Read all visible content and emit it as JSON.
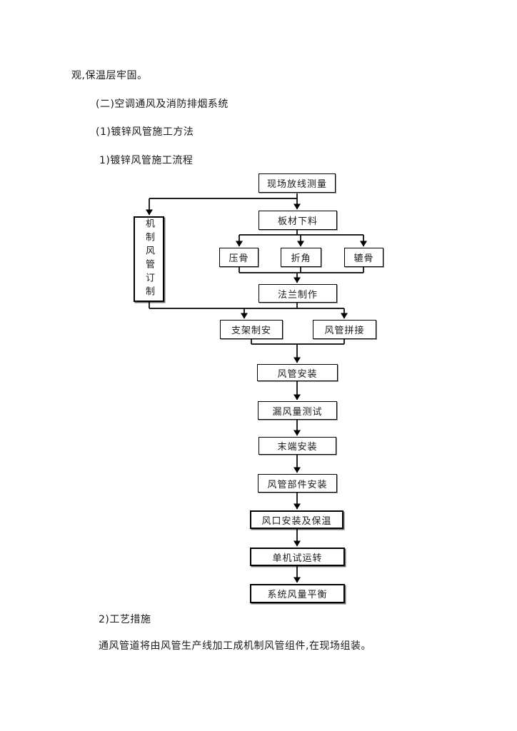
{
  "document": {
    "lines": {
      "intro": "观,保温层牢固。",
      "section": "(二)空调通风及消防排烟系统",
      "subsection": "(1)镀锌风管施工方法",
      "flow_title": "1)镀锌风管施工流程",
      "measures_title": "2)工艺措施",
      "measures_body": "通风管道将由风管生产线加工成机制风管组件,在现场组装。"
    }
  },
  "flowchart": {
    "nodes": {
      "survey": {
        "label": "现场放线测量"
      },
      "blanking": {
        "label": "板材下料"
      },
      "machine_duct": {
        "label": "机制风管订制"
      },
      "press_rib": {
        "label": "压骨"
      },
      "fold_angle": {
        "label": "折角"
      },
      "roll_rib": {
        "label": "辘骨"
      },
      "flange": {
        "label": "法兰制作"
      },
      "bracket": {
        "label": "支架制安"
      },
      "duct_join": {
        "label": "风管拼接"
      },
      "duct_install": {
        "label": "风管安装"
      },
      "leak_test": {
        "label": "漏风量测试"
      },
      "terminal": {
        "label": "末端安装"
      },
      "parts": {
        "label": "风管部件安装"
      },
      "outlet": {
        "label": "风口安装及保温"
      },
      "single_run": {
        "label": "单机试运转"
      },
      "balance": {
        "label": "系统风量平衡"
      }
    },
    "edges": [
      {
        "from": "survey",
        "to": "machine_duct"
      },
      {
        "from": "survey",
        "to": "blanking"
      },
      {
        "from": "blanking",
        "to": "press_rib"
      },
      {
        "from": "blanking",
        "to": "fold_angle"
      },
      {
        "from": "blanking",
        "to": "roll_rib"
      },
      {
        "from": "press_rib",
        "to": "flange"
      },
      {
        "from": "fold_angle",
        "to": "flange"
      },
      {
        "from": "roll_rib",
        "to": "flange"
      },
      {
        "from": "flange",
        "to": "bracket"
      },
      {
        "from": "flange",
        "to": "duct_join"
      },
      {
        "from": "machine_duct",
        "to": "bracket"
      },
      {
        "from": "machine_duct",
        "to": "duct_join"
      },
      {
        "from": "bracket",
        "to": "duct_install"
      },
      {
        "from": "duct_join",
        "to": "duct_install"
      },
      {
        "from": "duct_install",
        "to": "leak_test"
      },
      {
        "from": "leak_test",
        "to": "terminal"
      },
      {
        "from": "terminal",
        "to": "parts"
      },
      {
        "from": "parts",
        "to": "outlet"
      },
      {
        "from": "outlet",
        "to": "single_run"
      },
      {
        "from": "single_run",
        "to": "balance"
      }
    ]
  },
  "colors": {
    "ink": "#1a1a1a",
    "line": "#000000",
    "background": "#ffffff"
  }
}
